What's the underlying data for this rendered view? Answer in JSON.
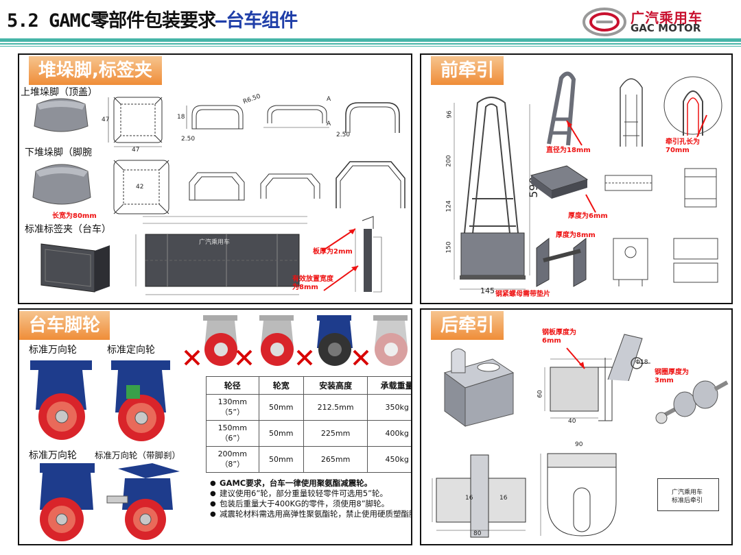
{
  "header": {
    "title_prefix": "5.2 GAMC零部件包装要求",
    "title_accent": "—台车组件"
  },
  "logo": {
    "cn": "广汽乘用车",
    "en": "GAC MOTOR"
  },
  "colors": {
    "title_accent": "#1f3ea8",
    "stripe": "#46b5a8",
    "panel_title_bg": "#ef8d38",
    "annotation_red": "#e11111",
    "wheel_red": "#d9242a",
    "wheel_blue": "#1e3c8c",
    "cross_red": "#d80000"
  },
  "panels": {
    "stacking": {
      "title": "堆垛脚,标签夹",
      "labels": {
        "upper": "上堆垛脚（顶盖）",
        "lower": "下堆垛脚（脚腕",
        "label_clip": "标准标签夹（台车）"
      },
      "annotations": {
        "size80": "长宽为80mm",
        "plate2": "板厚为2mm",
        "effective": "有效放置宽度为8mm"
      },
      "dims": {
        "r650": "R6.50",
        "d47a": "47",
        "d47b": "47",
        "d250a": "2.50",
        "d250b": "2.50",
        "d18": "18",
        "d42": "42",
        "secA": "A",
        "secA2": "A",
        "tag": "广汽乘用车"
      }
    },
    "front": {
      "title": "前牵引",
      "annotations": {
        "dia18": "直径为18mm",
        "hole70": "牵引孔长为70mm",
        "thick6": "厚度为6mm",
        "thick8": "厚度为8mm",
        "nut": "钢紧螺母需带垫片"
      },
      "dims": {
        "h96": "96",
        "h200": "200",
        "h124": "124",
        "h150": "150",
        "h590": "590",
        "w145": "145"
      }
    },
    "caster": {
      "title": "台车脚轮",
      "labels": {
        "swivel": "标准万向轮",
        "fixed": "标准定向轮",
        "swivel2": "标准万向轮",
        "swivel_brake": "标准万向轮（带脚刹）"
      },
      "table": {
        "headers": [
          "轮径",
          "轮宽",
          "安装高度",
          "承载重量"
        ],
        "rows": [
          {
            "dia": "130mm",
            "inch": "（5”）",
            "width": "50mm",
            "height": "212.5mm",
            "load": "350kg"
          },
          {
            "dia": "150mm",
            "inch": "（6”）",
            "width": "50mm",
            "height": "225mm",
            "load": "400kg"
          },
          {
            "dia": "200mm",
            "inch": "（8”）",
            "width": "50mm",
            "height": "265mm",
            "load": "450kg"
          }
        ]
      },
      "notes": [
        "GAMC要求，台车一律使用聚氨酯减震轮。",
        "建议使用6”轮，部分重量较轻零件可选用5”轮。",
        "包装后重量大于400KG的零件，须使用8”脚轮。",
        "减震轮材料需选用高弹性聚氨酯轮，禁止使用硬质塑酯脚轮。"
      ]
    },
    "rear": {
      "title": "后牵引",
      "annotations": {
        "plate6": "钢板厚度为6mm",
        "ring3": "钢圈厚度为3mm"
      },
      "dims": {
        "w40": "40",
        "h60": "60",
        "d18": "Φ18",
        "w80": "80",
        "w16": "16",
        "w16b": "16",
        "w90": "90"
      },
      "tag": {
        "line1": "广汽乘用车",
        "line2": "标准后牵引"
      }
    }
  }
}
